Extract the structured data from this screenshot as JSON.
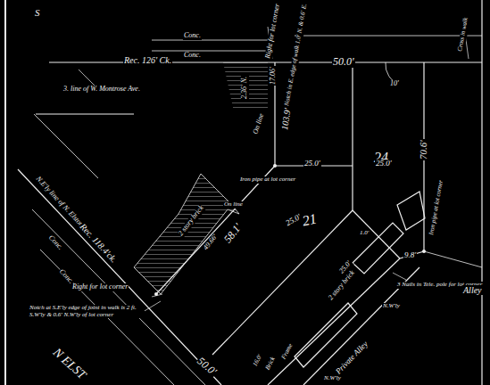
{
  "diagram": {
    "labels": [
      "S",
      "Conc.",
      "Conc.",
      "Right for lot corner",
      "Notch in E. edge of walk 1.0' N. & 0.6' E.",
      "Cross in walk",
      "Rec. 126' Ck.",
      "50.0'",
      "10'",
      "3. line of W. Montrose Ave.",
      "2.36' N.",
      "17.06'",
      "On line",
      "103.9'",
      "24",
      "70.6'",
      "25.0'",
      "25.0'",
      "Iron pipe at lot corner",
      "2 story brick",
      "On line",
      "N.E'ly line of N. Elston Ave.",
      "Rec. 118.4'ck.",
      "Conc.",
      "Conc.",
      "58.1'",
      "49.66'",
      "21",
      "25.0'",
      "Right for lot corner",
      "Notch at S.E'ly edge of joint in walk is 2 ft. S.W'ly & 0.6' N.W'ly of lot corner",
      "50.0'",
      "N ELST",
      "2 story brick",
      "25.0'",
      "Private Alley",
      "Frame",
      "Brick",
      "N.W'ly",
      "N.W'ly",
      "3 Nails in Tele. pole for lot corner",
      "Alley",
      "Iron pipe at lot corner",
      "9.8'",
      "1.0'",
      "16.0'"
    ]
  }
}
